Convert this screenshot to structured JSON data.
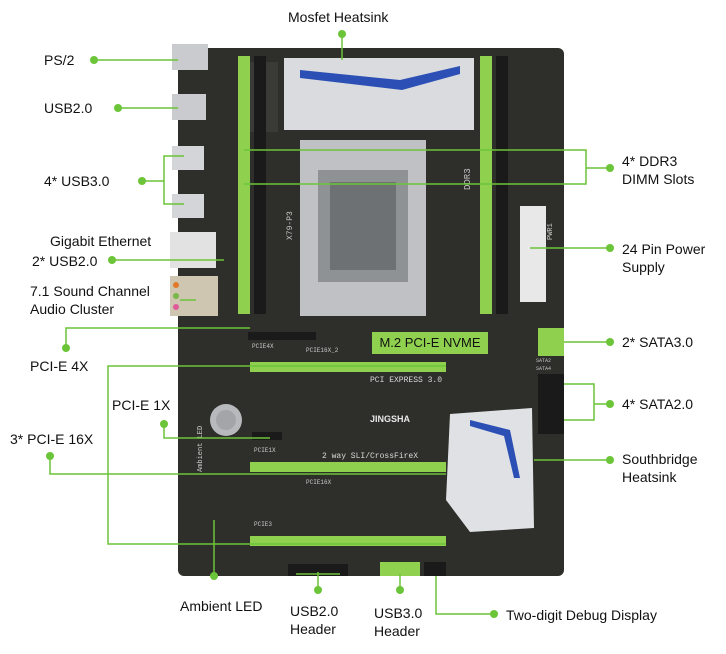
{
  "colors": {
    "callout": "#6cc438",
    "board": "#2e2f2a",
    "accent": "#8fd14f",
    "heatsink": "#dcdee2",
    "heatsink_stripe": "#2b4fb4"
  },
  "board_text": {
    "model": "X79-P3",
    "brand": "JINGSHA",
    "pcie_express": "PCI EXPRESS 3.0",
    "sli": "2 way SLI/CrossFireX",
    "ddr3": "DDR3",
    "slot_pcie4x": "PCIE4X",
    "slot_pcie16x2": "PCIE16X_2",
    "slot_pcie1x": "PCIE1X",
    "slot_pcie16x": "PCIE16X",
    "slot_pcie3": "PCIE3",
    "sata2": "SATA2",
    "sata4": "SATA4",
    "pwr1": "PWR1",
    "ambient_led": "Ambient LED"
  },
  "labels": {
    "mosfet": "Mosfet Heatsink",
    "ps2": "PS/2",
    "usb20": "USB2.0",
    "usb30": "4* USB3.0",
    "ethernet": "Gigabit Ethernet",
    "usb20b": "2* USB2.0",
    "audio_line1": "7.1 Sound Channel",
    "audio_line2": "Audio Cluster",
    "pcie4x": "PCI-E 4X",
    "pcie1x": "PCI-E 1X",
    "pcie16x": "3* PCI-E 16X",
    "ddr3_line1": "4* DDR3",
    "ddr3_line2": "DIMM Slots",
    "power_line1": "24 Pin Power",
    "power_line2": "Supply",
    "m2": "M.2 PCI-E NVME",
    "sata3": "2* SATA3.0",
    "sata2": "4* SATA2.0",
    "southbridge_line1": "Southbridge",
    "southbridge_line2": "Heatsink",
    "ambient": "Ambient LED",
    "usb2h_line1": "USB2.0",
    "usb2h_line2": "Header",
    "usb3h_line1": "USB3.0",
    "usb3h_line2": "Header",
    "debug": "Two-digit Debug Display"
  }
}
